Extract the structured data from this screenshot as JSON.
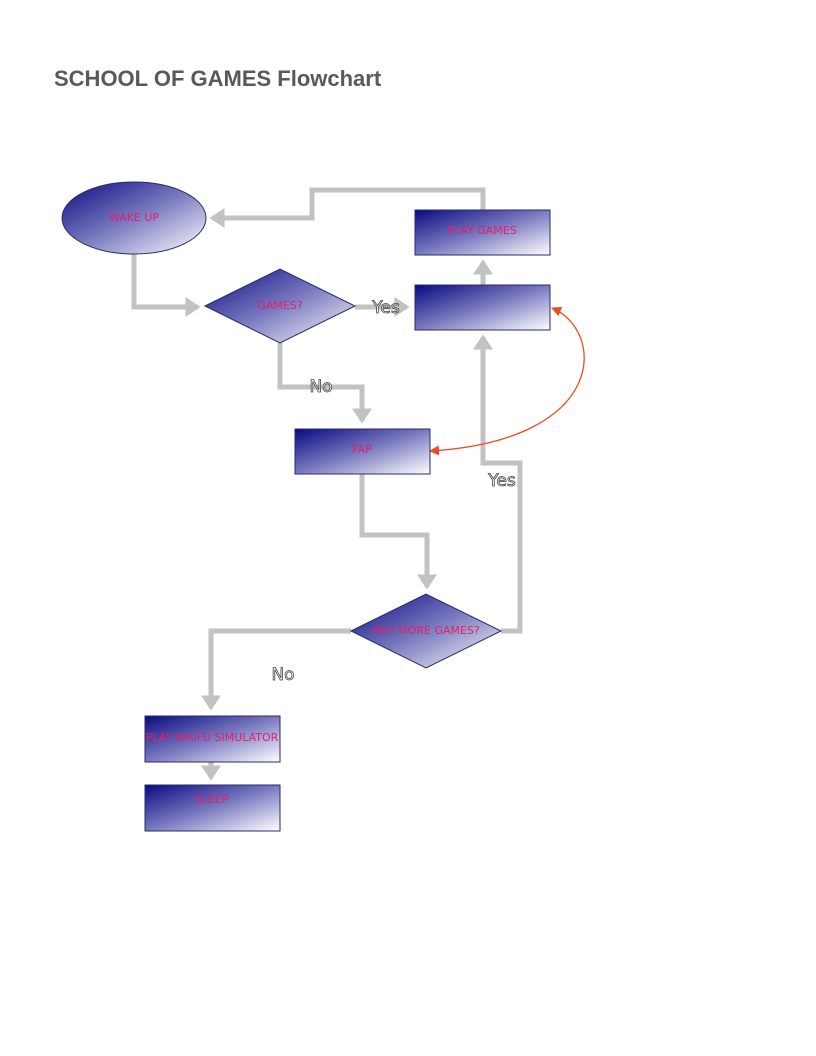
{
  "title": "SCHOOL OF GAMES Flowchart",
  "nodes": {
    "wake_up": "WAKE UP",
    "games_decision": "GAMES?",
    "play_games": "PLAY GAMES",
    "unlabeled_box": "",
    "fap": "FAP",
    "any_more_games": "ANY MORE GAMES?",
    "play_waifu": "PLAY WAIFU SIMULATOR",
    "sleep": "SLEEP"
  },
  "edge_labels": {
    "games_yes": "Yes",
    "games_no": "No",
    "more_yes": "Yes",
    "more_no": "No"
  },
  "colors": {
    "shape_gradient_start": "#0a0a80",
    "shape_gradient_end": "#ffffff",
    "node_text": "#e0206e",
    "connector": "#c2c2c2",
    "curved_connector": "#f04a1e"
  }
}
